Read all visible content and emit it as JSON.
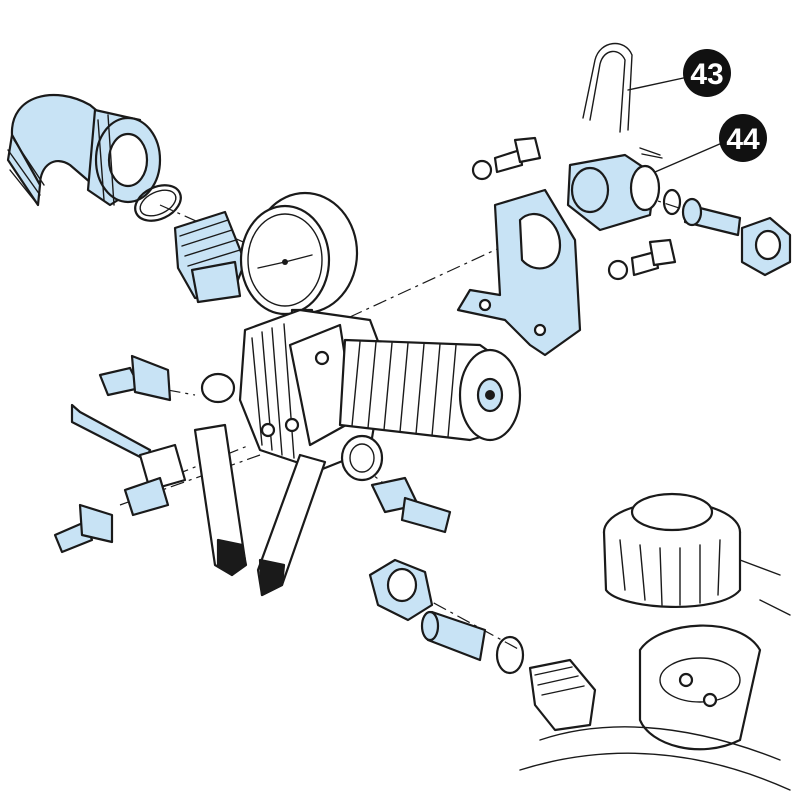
{
  "callouts": [
    {
      "id": "callout-43",
      "label": "43"
    },
    {
      "id": "callout-44",
      "label": "44"
    }
  ],
  "colors": {
    "highlight": "#c8e3f5",
    "outline": "#1a1a1a",
    "callout_fill": "#111111",
    "callout_text": "#ffffff",
    "background": "#ffffff"
  }
}
